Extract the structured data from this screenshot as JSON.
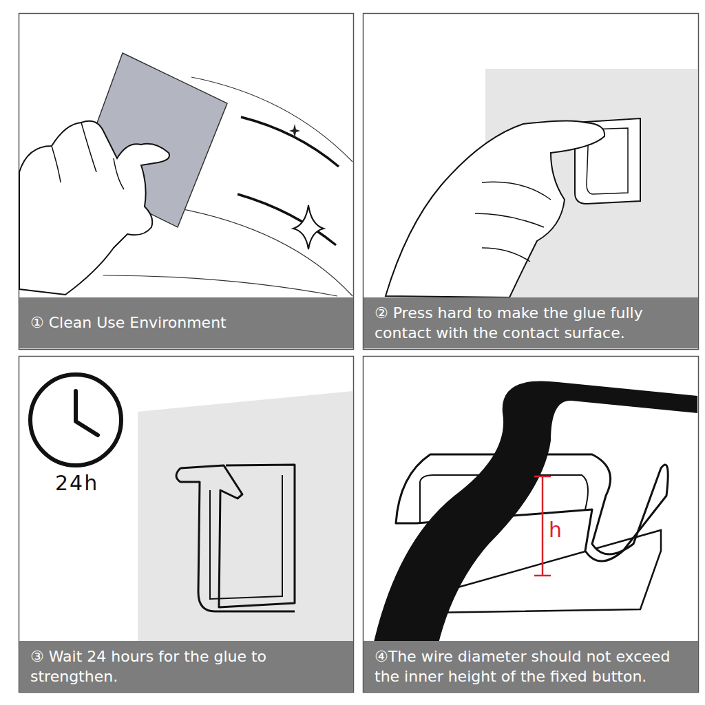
{
  "diagram": {
    "nodes": [
      {
        "text": [
          "① Clean Use Environment"
        ]
      },
      {
        "text": [
          "② Press hard to make the glue fully contact with the contact surface."
        ]
      },
      {
        "text": [
          "③ Wait 24 hours for the glue to strengthen."
        ]
      },
      {
        "text": [
          "④The wire diameter should not exceed the inner height of the fixed button."
        ]
      }
    ],
    "labels": [
      "24h",
      "h"
    ]
  }
}
